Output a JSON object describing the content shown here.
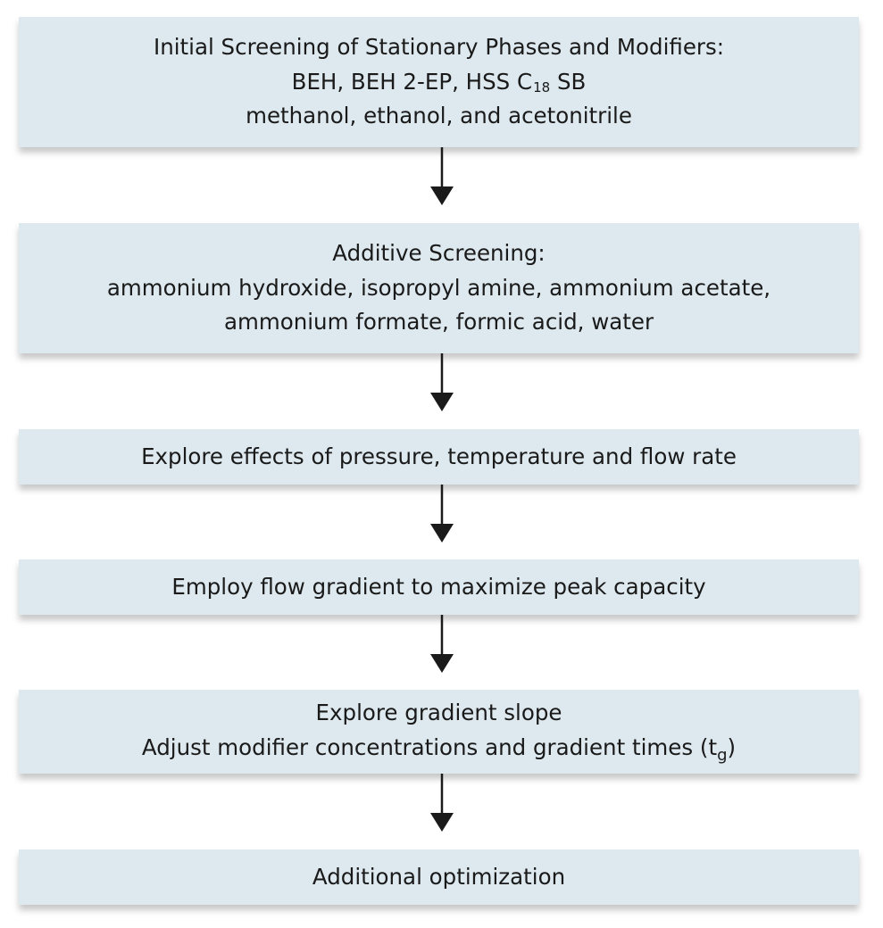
{
  "steps": [
    {
      "lines": [
        "Initial Screening of Stationary Phases and Modifiers:",
        {
          "before": "BEH, BEH 2-EP, HSS C",
          "sub": "18",
          "after": " SB"
        },
        "methanol, ethanol, and acetonitrile"
      ]
    },
    {
      "lines": [
        "Additive Screening:",
        "ammonium hydroxide, isopropyl amine, ammonium acetate,",
        "ammonium formate, formic acid, water"
      ]
    },
    {
      "lines": [
        "Explore effects of pressure, temperature and flow rate"
      ]
    },
    {
      "lines": [
        "Employ flow gradient to maximize peak capacity"
      ]
    },
    {
      "lines": [
        "Explore gradient slope",
        {
          "before": "Adjust modifier concentrations and gradient times (t",
          "sub": "g",
          "after": ")"
        }
      ]
    },
    {
      "lines": [
        "Additional optimization"
      ]
    }
  ],
  "colors": {
    "box_fill": "#dde9ef",
    "text": "#1a1a1a",
    "arrow": "#1a1a1a"
  }
}
